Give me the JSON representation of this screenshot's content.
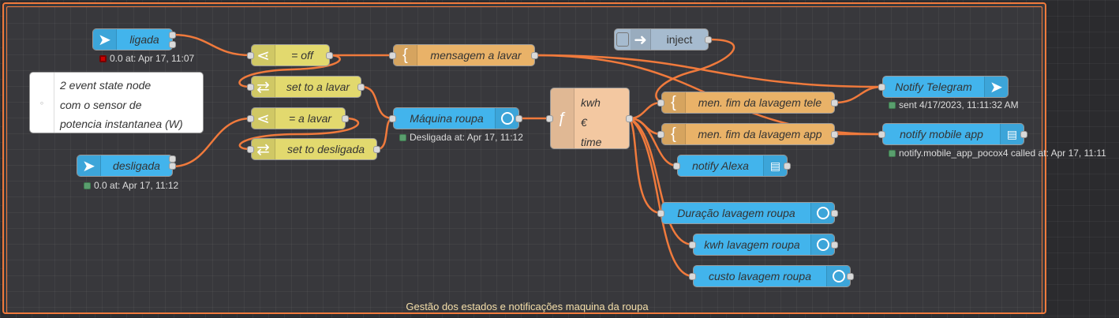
{
  "group": {
    "label": "Gestão dos estados e notificações maquina da roupa"
  },
  "comment": {
    "lines": [
      "2 event state node",
      "com o sensor de",
      "potencia instantanea (W)"
    ]
  },
  "nodes": {
    "ligada": {
      "label": "ligada",
      "status": "0.0 at: Apr 17, 11:07"
    },
    "desligada": {
      "label": "desligada",
      "status": "0.0 at: Apr 17, 11:12"
    },
    "eq_off": {
      "label": "= off"
    },
    "set_to_a_lavar": {
      "label": "set to a lavar"
    },
    "eq_a_lavar": {
      "label": "= a lavar"
    },
    "set_desligada": {
      "label": "set to desligada"
    },
    "mensagem": {
      "label": "mensagem a lavar"
    },
    "maquina": {
      "label": "Máquina roupa",
      "status": "Desligada at: Apr 17, 11:12"
    },
    "function": {
      "lines": [
        "kwh",
        "€",
        "time"
      ]
    },
    "inject": {
      "label": "inject"
    },
    "men_tele": {
      "label": "men. fim da lavagem tele"
    },
    "men_app": {
      "label": "men. fim da lavagem app"
    },
    "telegram": {
      "label": "Notify Telegram",
      "status": "sent 4/17/2023, 11:11:32 AM"
    },
    "mobile": {
      "label": "notify mobile app",
      "status": "notify.mobile_app_pocox4 called at: Apr 17, 11:11"
    },
    "alexa": {
      "label": "notify Alexa"
    },
    "duracao": {
      "label": "Duração lavagem roupa"
    },
    "kwh": {
      "label": "kwh lavagem roupa"
    },
    "custo": {
      "label": "custo lavagem roupa"
    }
  },
  "colors": {
    "home_assistant": "#42b4ec",
    "switch": "#e2d96e",
    "template": "#e9b268",
    "function": "#f3c8a1",
    "inject": "#a6bbcf",
    "wire": "#f07a3c",
    "group_border": "#f07a3c",
    "group_label": "#f5dfaa"
  }
}
